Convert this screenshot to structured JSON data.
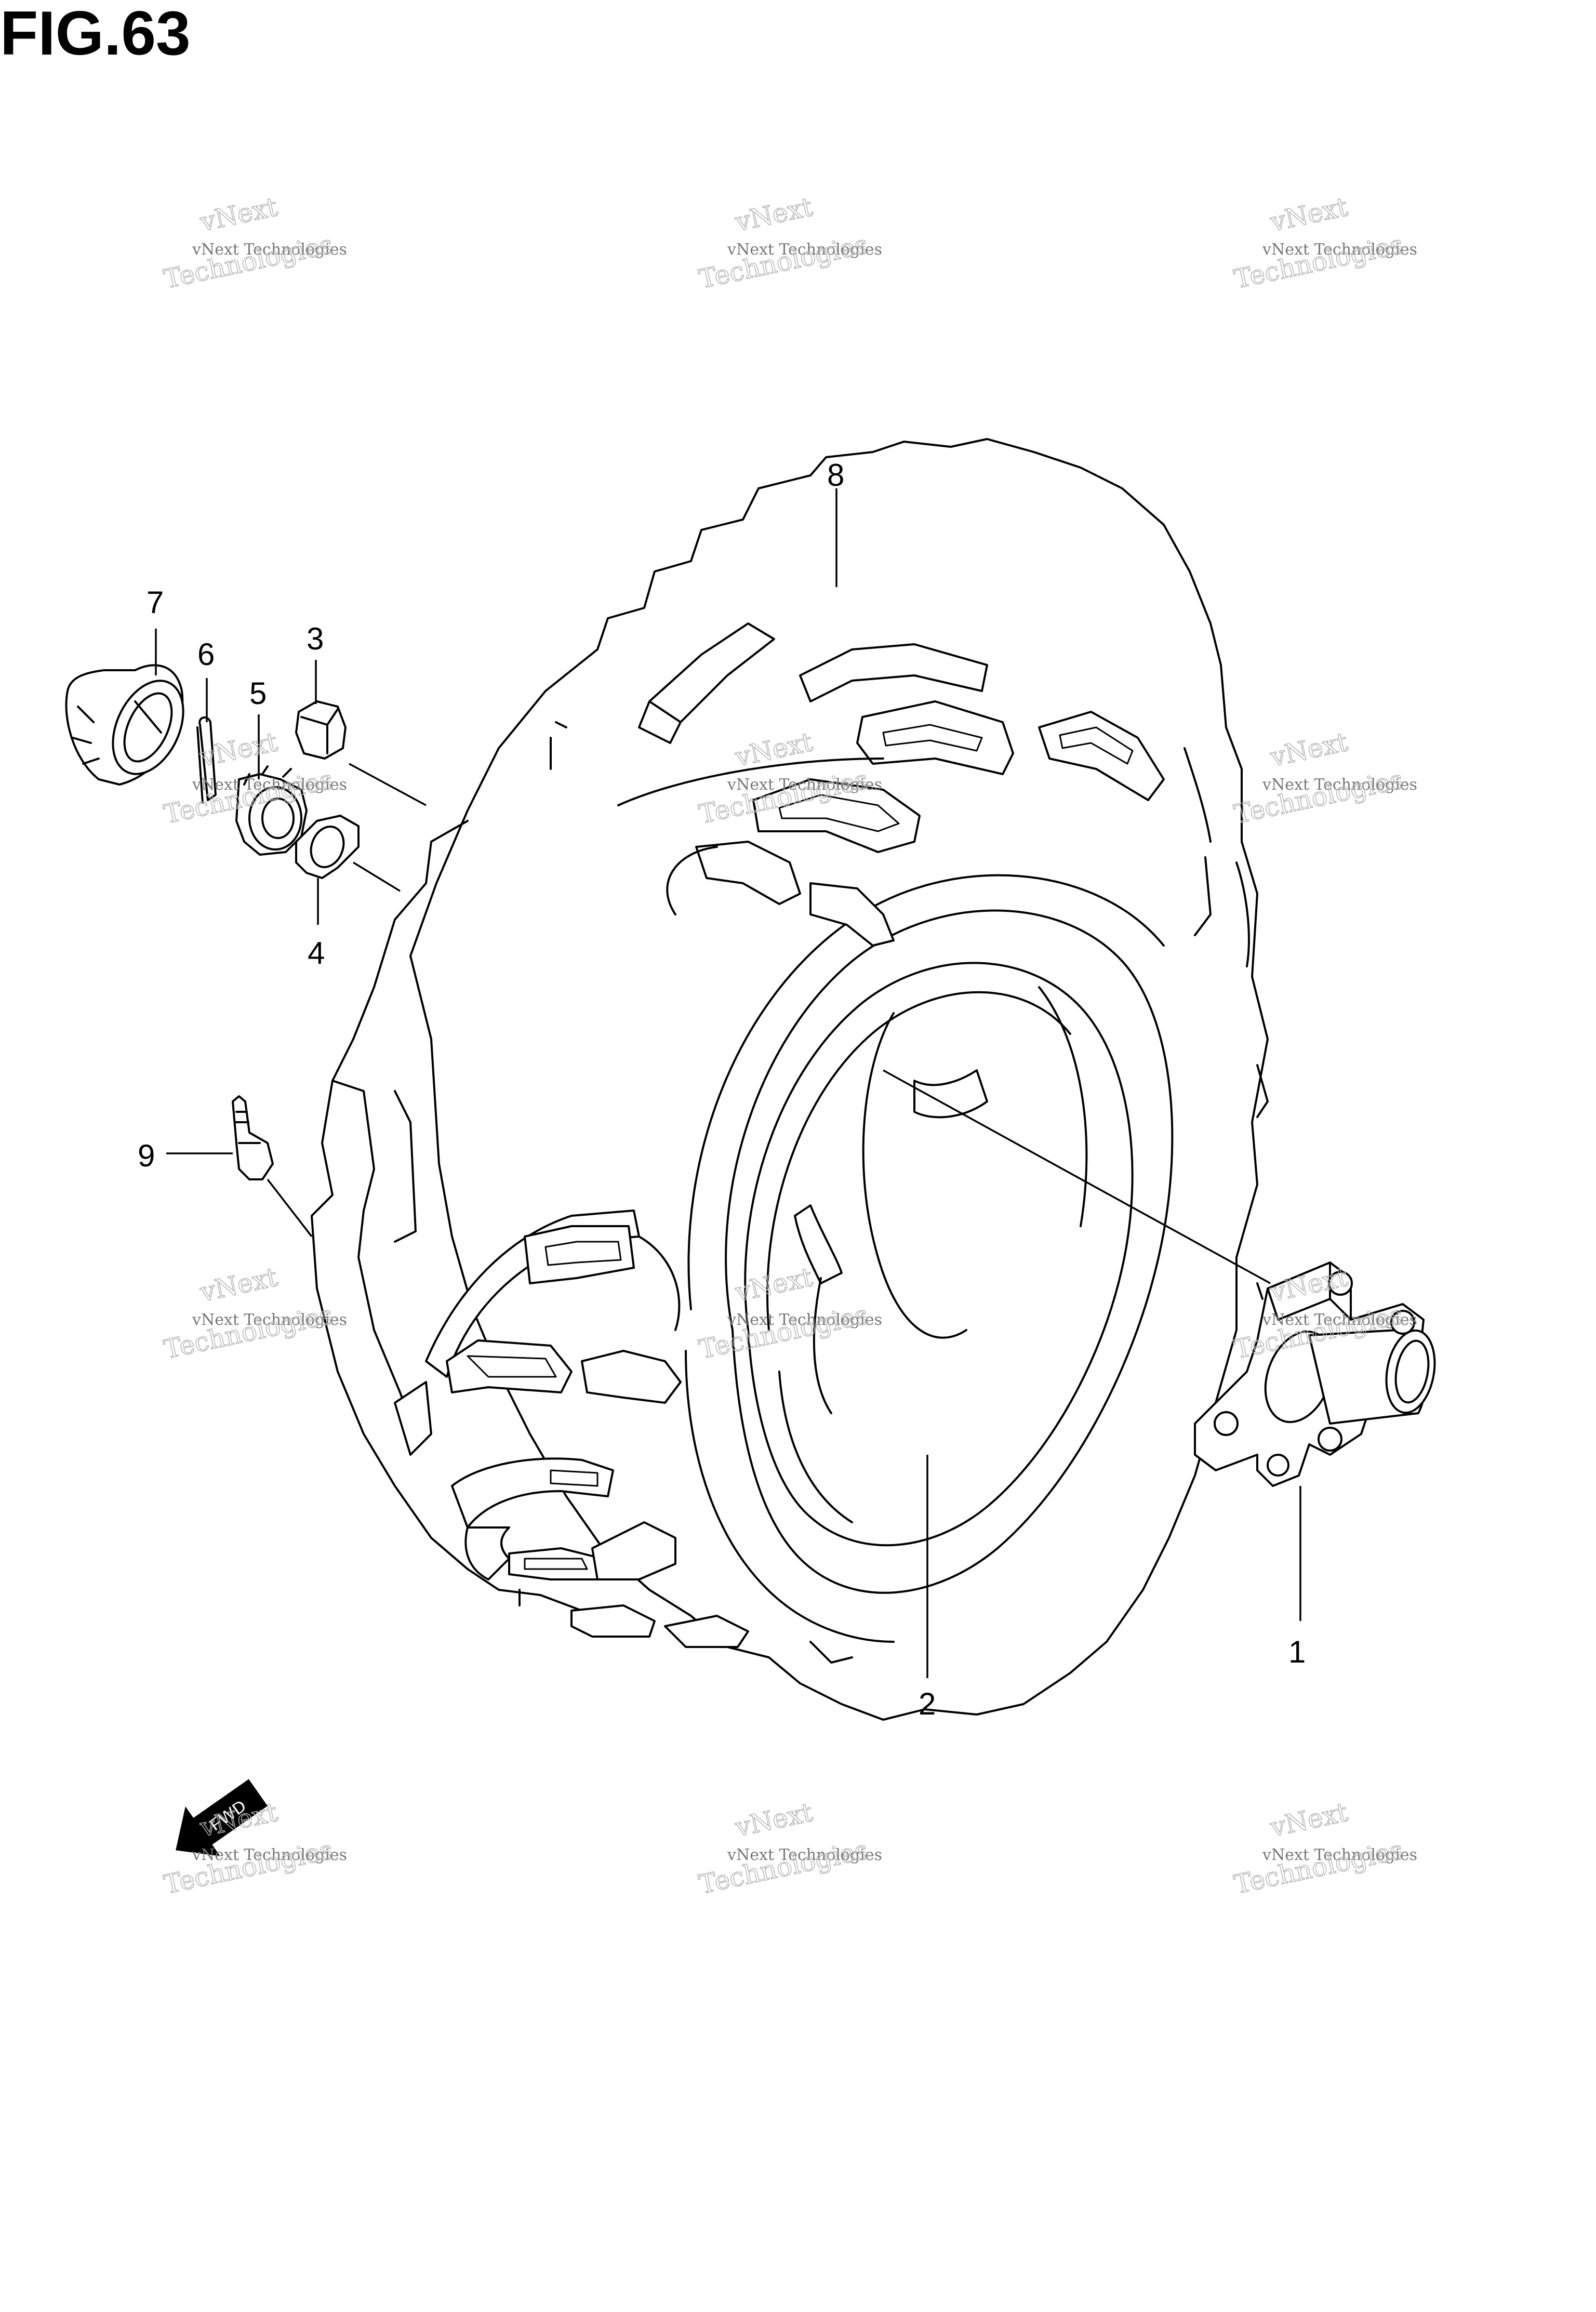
{
  "figure": {
    "title": "FIG.63"
  },
  "callouts": [
    {
      "id": "1",
      "label": "1"
    },
    {
      "id": "2",
      "label": "2"
    },
    {
      "id": "3",
      "label": "3"
    },
    {
      "id": "4",
      "label": "4"
    },
    {
      "id": "5",
      "label": "5"
    },
    {
      "id": "6",
      "label": "6"
    },
    {
      "id": "7",
      "label": "7"
    },
    {
      "id": "8",
      "label": "8"
    },
    {
      "id": "9",
      "label": "9"
    }
  ],
  "watermark": {
    "line1": "vNext Technologies",
    "line2": "vNext",
    "line3": "Technologies"
  },
  "direction_arrow": {
    "label": "FWD"
  }
}
